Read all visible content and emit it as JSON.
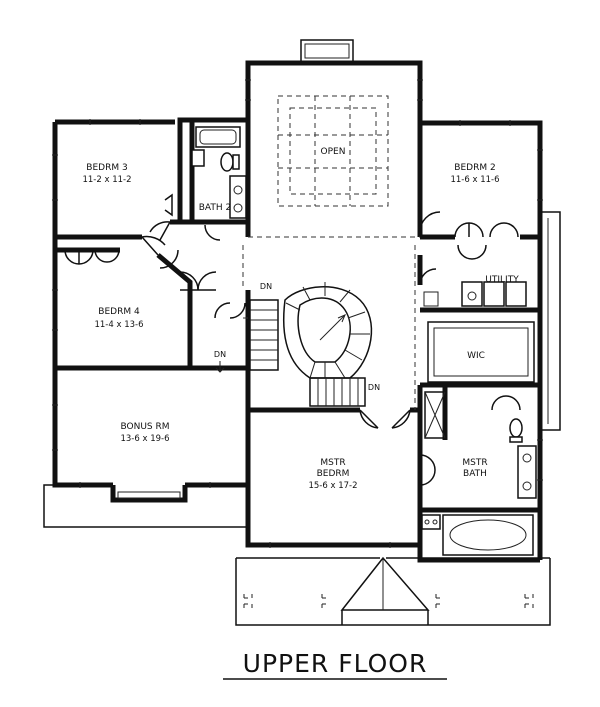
{
  "title": "UPPER FLOOR",
  "rooms": {
    "open": {
      "name": "OPEN"
    },
    "bedrm3": {
      "name": "BEDRM 3",
      "size": "11-2 x 11-2"
    },
    "bedrm2": {
      "name": "BEDRM 2",
      "size": "11-6 x 11-6"
    },
    "bath2": {
      "name": "BATH 2"
    },
    "utility": {
      "name": "UTILITY"
    },
    "bedrm4": {
      "name": "BEDRM 4",
      "size": "11-4 x 13-6"
    },
    "wic": {
      "name": "WIC"
    },
    "bonus": {
      "name": "BONUS RM",
      "size": "13-6 x 19-6"
    },
    "mstr_bedrm": {
      "name_line1": "MSTR",
      "name_line2": "BEDRM",
      "size": "15-6 x 17-2"
    },
    "mstr_bath": {
      "name_line1": "MSTR",
      "name_line2": "BATH"
    }
  },
  "stair_notes": {
    "dn_top": "DN",
    "dn_left": "DN",
    "dn_bottom": "DN"
  }
}
